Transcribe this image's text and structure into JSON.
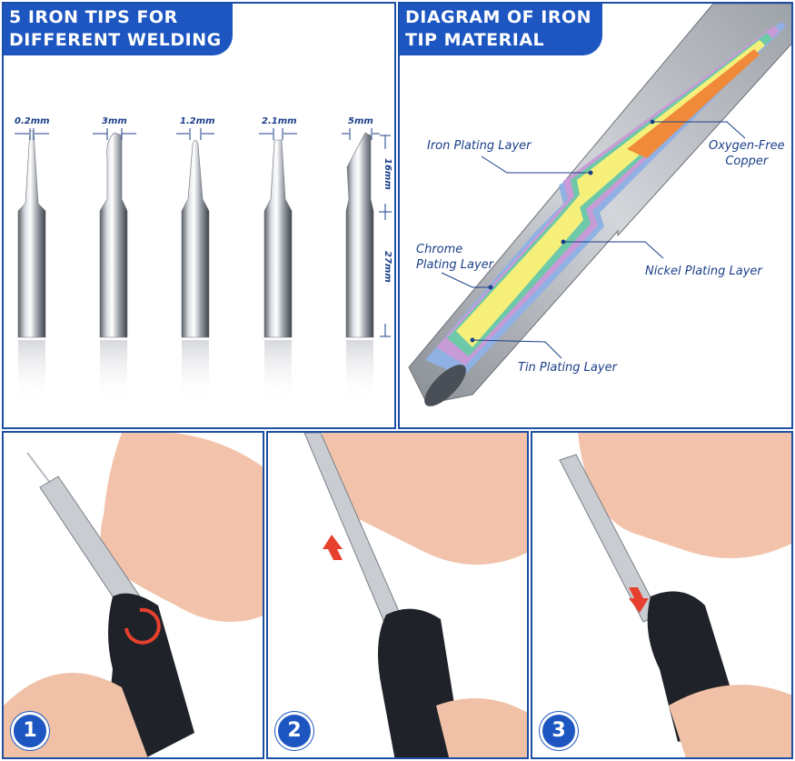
{
  "tips_panel": {
    "title": "5 IRON TIPS FOR\nDIFFERENT WELDING",
    "tip_sizes": [
      "0.2mm",
      "3mm",
      "1.2mm",
      "2.1mm",
      "5mm"
    ],
    "dim_tip_length": "16mm",
    "dim_body_length": "27mm"
  },
  "diagram_panel": {
    "title": "DIAGRAM OF IRON\nTIP MATERIAL",
    "labels": {
      "iron": "Iron Plating Layer",
      "copper": "Oxygen-Free\nCopper",
      "chrome": "Chrome\nPlating Layer",
      "nickel": "Nickel Plating Layer",
      "tin": "Tin Plating Layer"
    },
    "layer_colors": {
      "chrome": "#c79bd6",
      "nickel": "#6ec9a8",
      "iron": "#f6f07a",
      "copper": "#f08a3a",
      "tin": "#8fb1e3"
    }
  },
  "steps": [
    {
      "number": "1"
    },
    {
      "number": "2"
    },
    {
      "number": "3"
    }
  ],
  "colors": {
    "brand_blue": "#1d56c0",
    "border_blue": "#1d4fa3",
    "arrow_red": "#e8402e"
  }
}
